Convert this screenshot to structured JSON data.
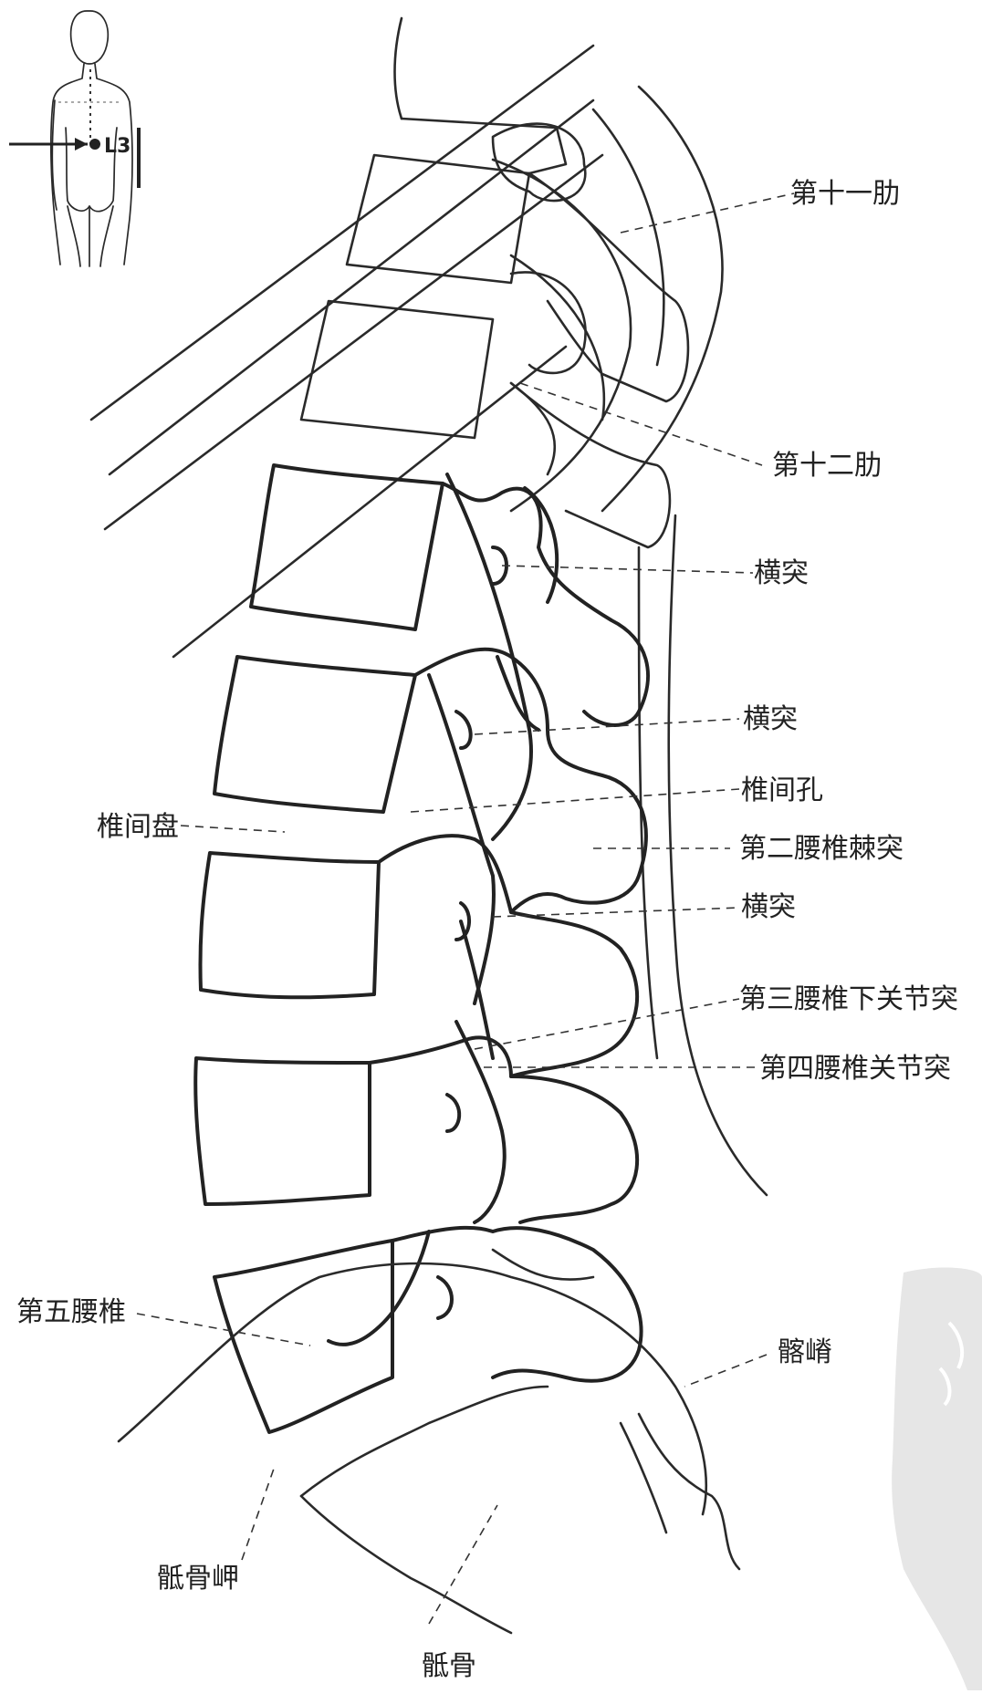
{
  "figure": {
    "inset": {
      "level_label": "L3"
    },
    "labels": {
      "rib11": "第十一肋",
      "rib12": "第十二肋",
      "transverse_1": "横突",
      "transverse_2": "横突",
      "foramen": "椎间孔",
      "disc": "椎间盘",
      "l2_spinous": "第二腰椎棘突",
      "transverse_3": "横突",
      "l3_inferior_facet": "第三腰椎下关节突",
      "l4_facet": "第四腰椎关节突",
      "l5": "第五腰椎",
      "iliac_crest": "髂嵴",
      "promontory": "骶骨岬",
      "sacrum": "骶骨"
    }
  }
}
